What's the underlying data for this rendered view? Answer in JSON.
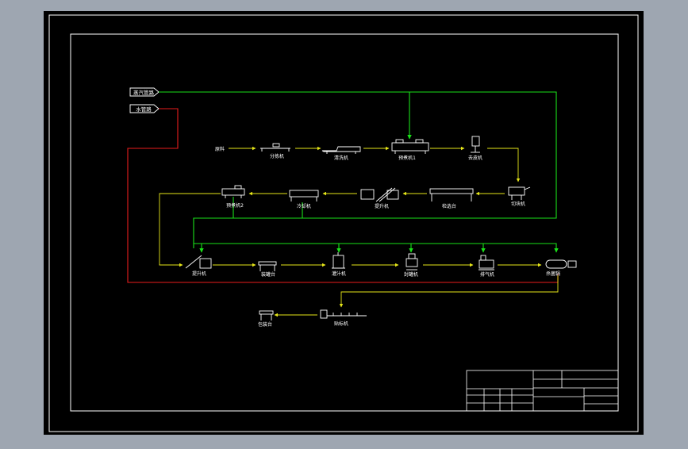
{
  "sources": {
    "steam": "蒸汽管路",
    "water": "水管路"
  },
  "row1": [
    {
      "key": "raw",
      "label": "原料"
    },
    {
      "key": "sorter",
      "label": "分拣机"
    },
    {
      "key": "washer",
      "label": "清洗机"
    },
    {
      "key": "blancher1",
      "label": "预煮机1"
    },
    {
      "key": "peeler",
      "label": "去皮机"
    }
  ],
  "row2": [
    {
      "key": "cutter",
      "label": "切块机"
    },
    {
      "key": "inspect",
      "label": "检选台"
    },
    {
      "key": "hoist",
      "label": "提升机"
    },
    {
      "key": "cooler",
      "label": "冷却机"
    },
    {
      "key": "blancher2",
      "label": "预煮机2"
    }
  ],
  "row3": [
    {
      "key": "elevator",
      "label": "提升机"
    },
    {
      "key": "filltable",
      "label": "装罐台"
    },
    {
      "key": "filler",
      "label": "灌汁机"
    },
    {
      "key": "sealer",
      "label": "封罐机"
    },
    {
      "key": "exhaust",
      "label": "排气机"
    },
    {
      "key": "sterilizer",
      "label": "杀菌锅"
    }
  ],
  "row4": [
    {
      "key": "labeler",
      "label": "贴标机"
    },
    {
      "key": "packtable",
      "label": "包装台"
    }
  ],
  "colors": {
    "background": "#000000",
    "frame": "#ffffff",
    "steam": "#19e019",
    "water": "#e81d1d",
    "flow": "#e6e619"
  }
}
